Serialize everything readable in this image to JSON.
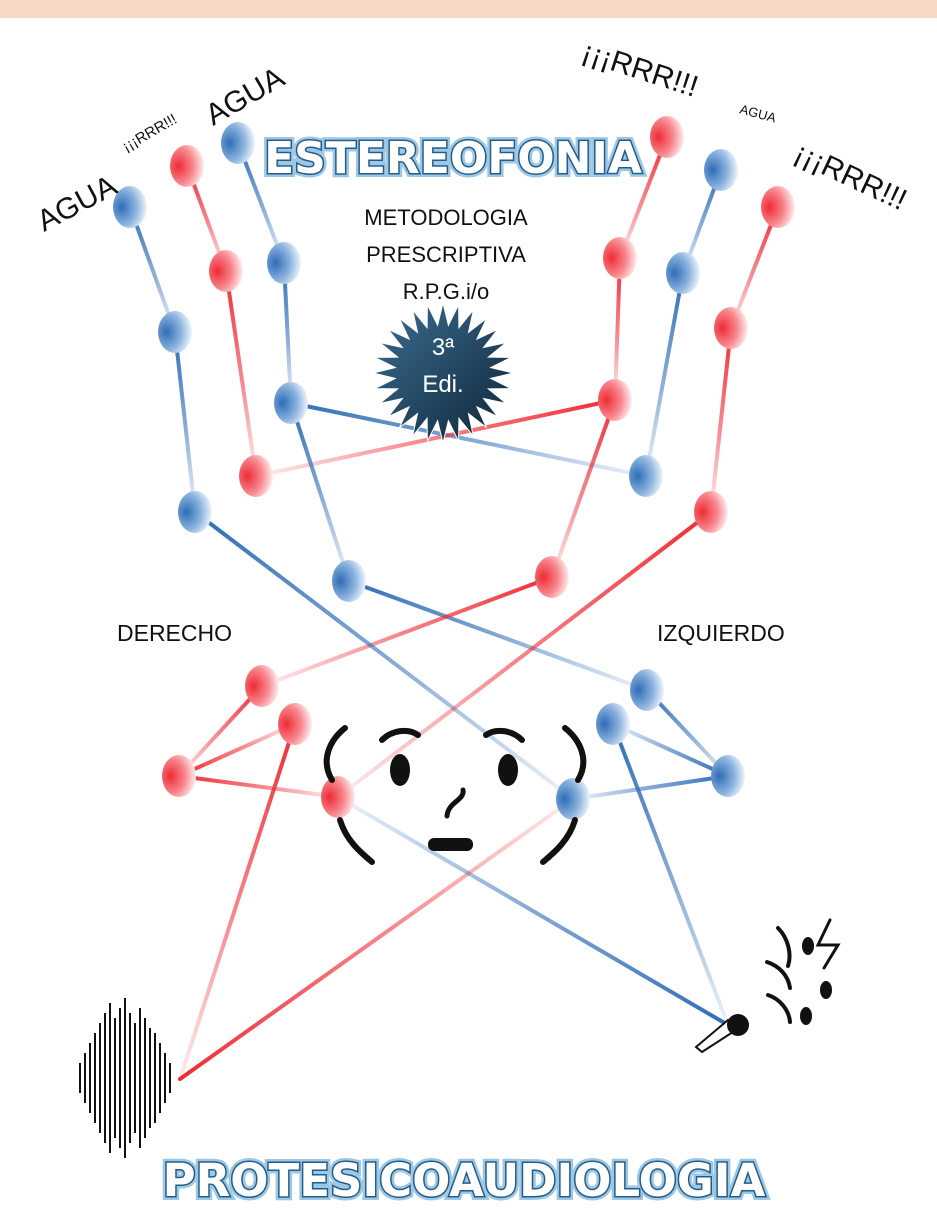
{
  "top_band_color": "#f9d7c7",
  "colors": {
    "red": "#ef2b35",
    "blue": "#2f6db6",
    "title_outline": "#215d8b",
    "burst": "#15324d"
  },
  "title": "ESTEREOFONIA",
  "subtitle_lines": [
    "METODOLOGIA",
    "PRESCRIPTIVA",
    "R.P.G.i/o"
  ],
  "edition_badge": {
    "line1": "3ª",
    "line2": "Edi."
  },
  "shouts": {
    "agua_far_left": "AGUA",
    "rrr_left": "¡¡¡RRR!!!",
    "agua_left": "AGUA",
    "rrr_right": "¡¡¡RRR!!!",
    "agua_small_right": "AGUA",
    "rrr_far_right": "¡¡¡RRR!!!"
  },
  "labels": {
    "right_side": "DERECHO",
    "left_side": "IZQUIERDO"
  },
  "bottom_title": "PROTESICOAUDIOLOGIA",
  "icons": [
    "sound-wave-icon",
    "face-icon",
    "microphone-icon",
    "singing-notes-icon",
    "edition-starburst-icon"
  ]
}
